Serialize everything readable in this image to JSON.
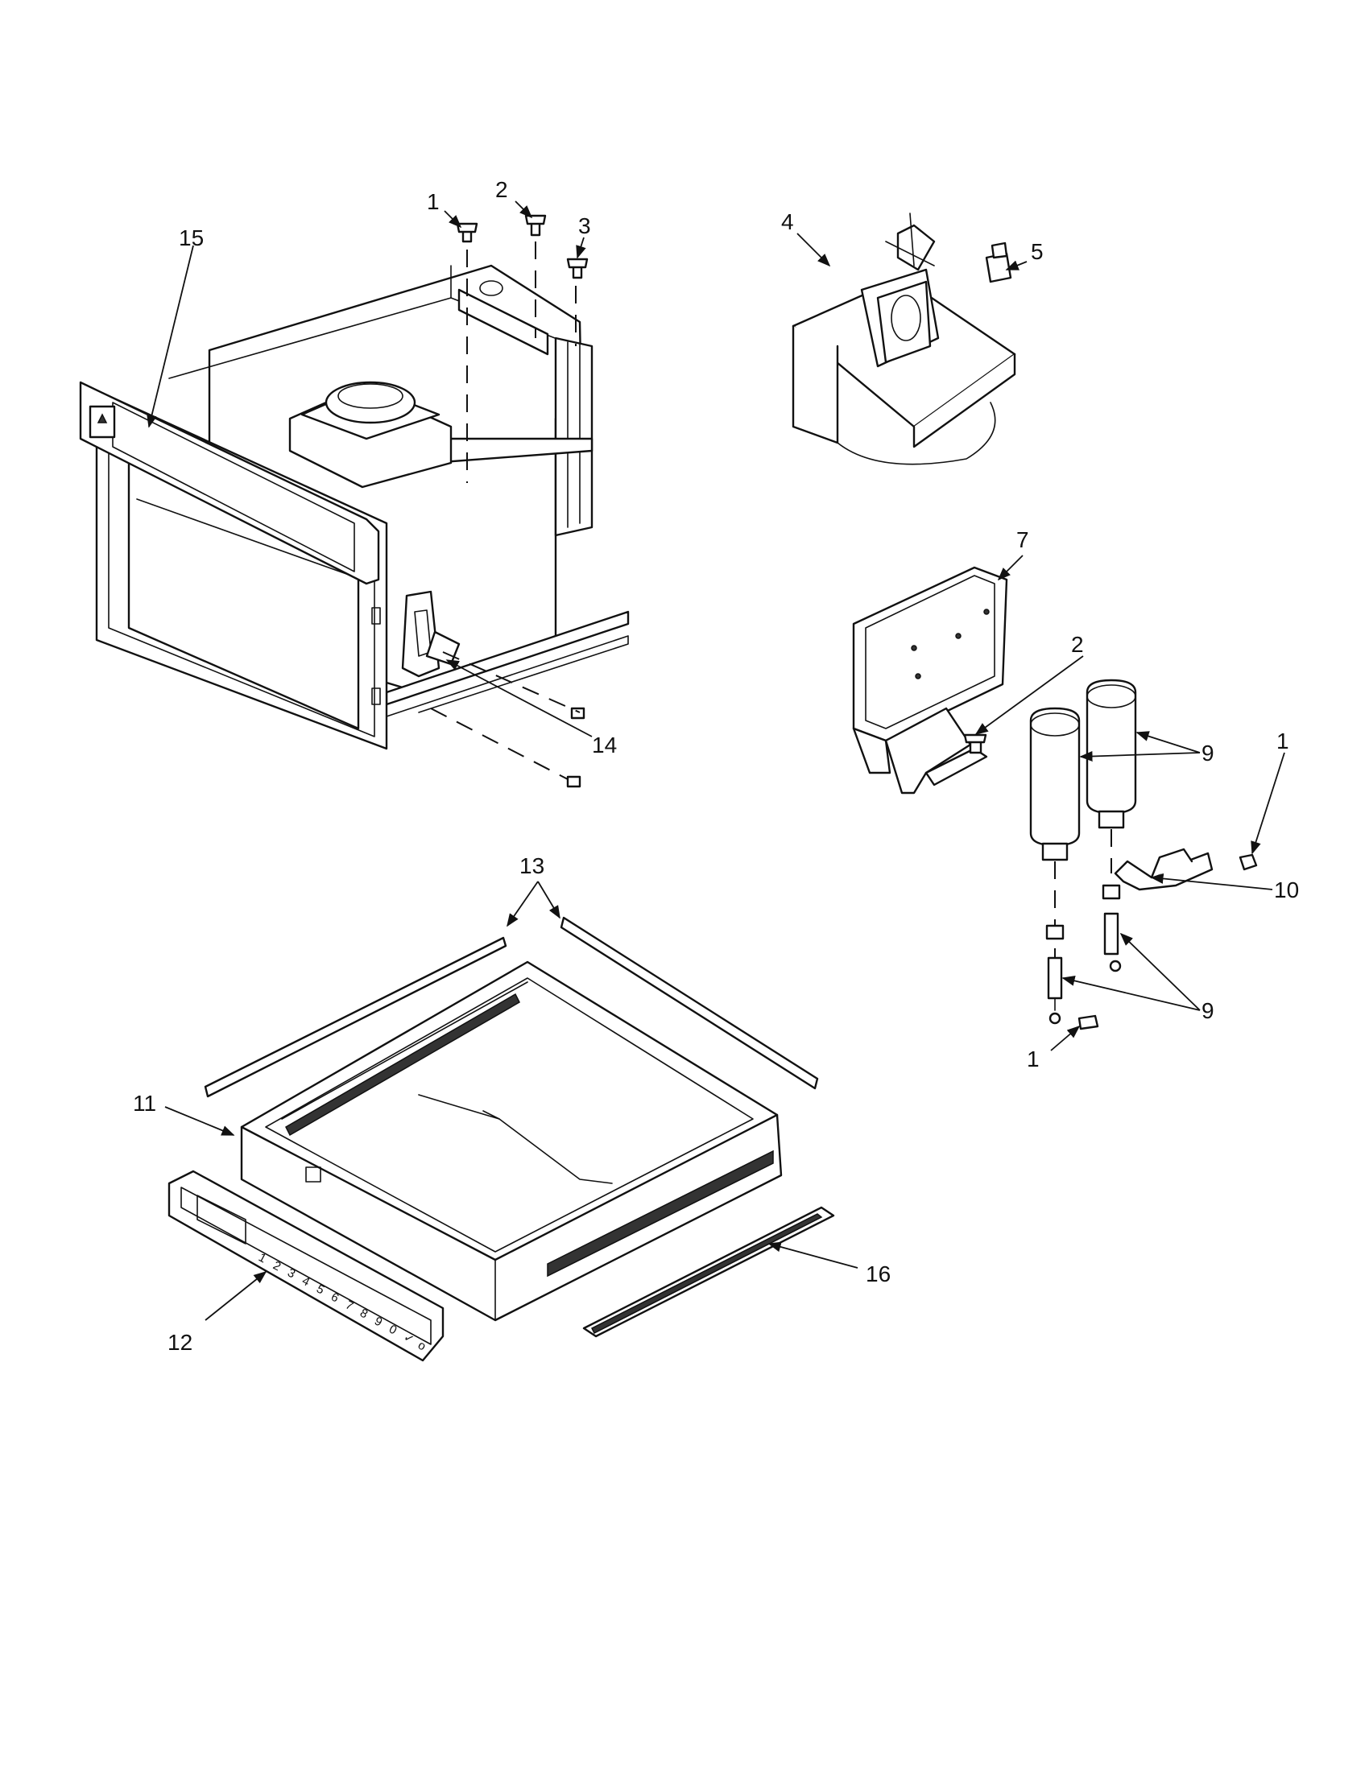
{
  "callouts": {
    "c1_top": "1",
    "c2_top": "2",
    "c3": "3",
    "c4": "4",
    "c5": "5",
    "c7": "7",
    "c2_mid": "2",
    "c9_top": "9",
    "c1_right": "1",
    "c10": "10",
    "c9_bottom": "9",
    "c1_bottom": "1",
    "c14": "14",
    "c15": "15",
    "c13": "13",
    "c11": "11",
    "c12": "12",
    "c16": "16"
  },
  "keypad_keys": [
    "1",
    "2",
    "3",
    "4",
    "5",
    "6",
    "7",
    "8",
    "9",
    "0",
    "✓",
    "o"
  ],
  "colors": {
    "line": "#111111",
    "background": "#ffffff"
  }
}
